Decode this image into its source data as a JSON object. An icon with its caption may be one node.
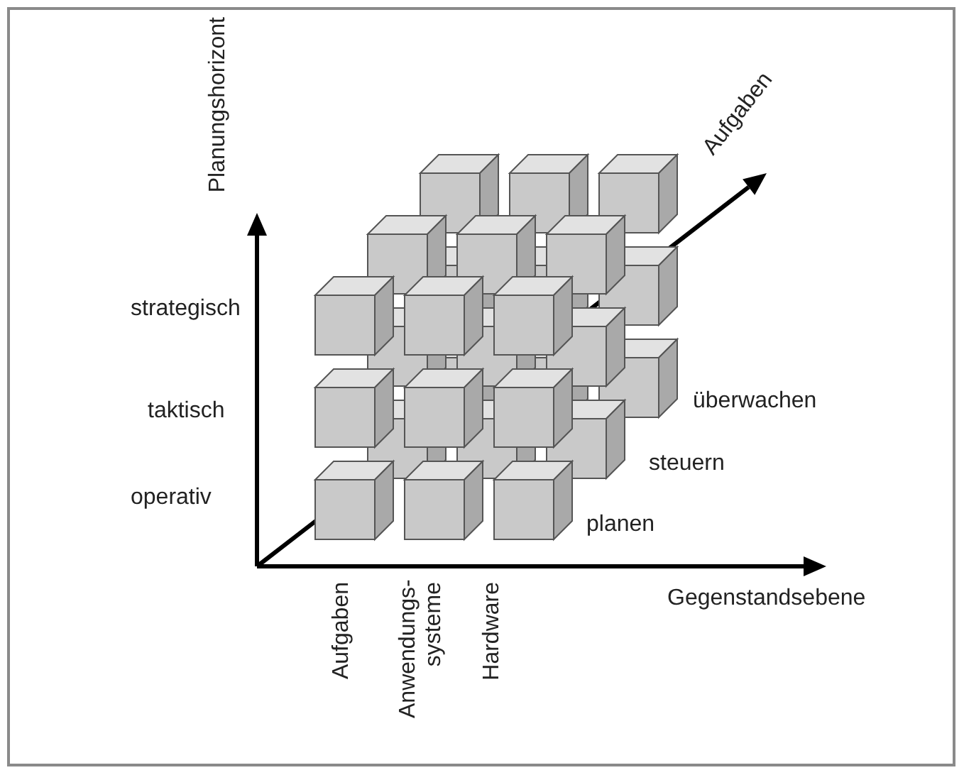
{
  "diagram": {
    "labels": [
      "Planungshorizont",
      "Aufgaben",
      "strategisch",
      "taktisch",
      "überwachen",
      "steuern",
      "operativ",
      "planen",
      "Gegenstandsebene",
      "Aufgaben",
      "Anwendungs- systeme",
      "Hardware"
    ]
  }
}
